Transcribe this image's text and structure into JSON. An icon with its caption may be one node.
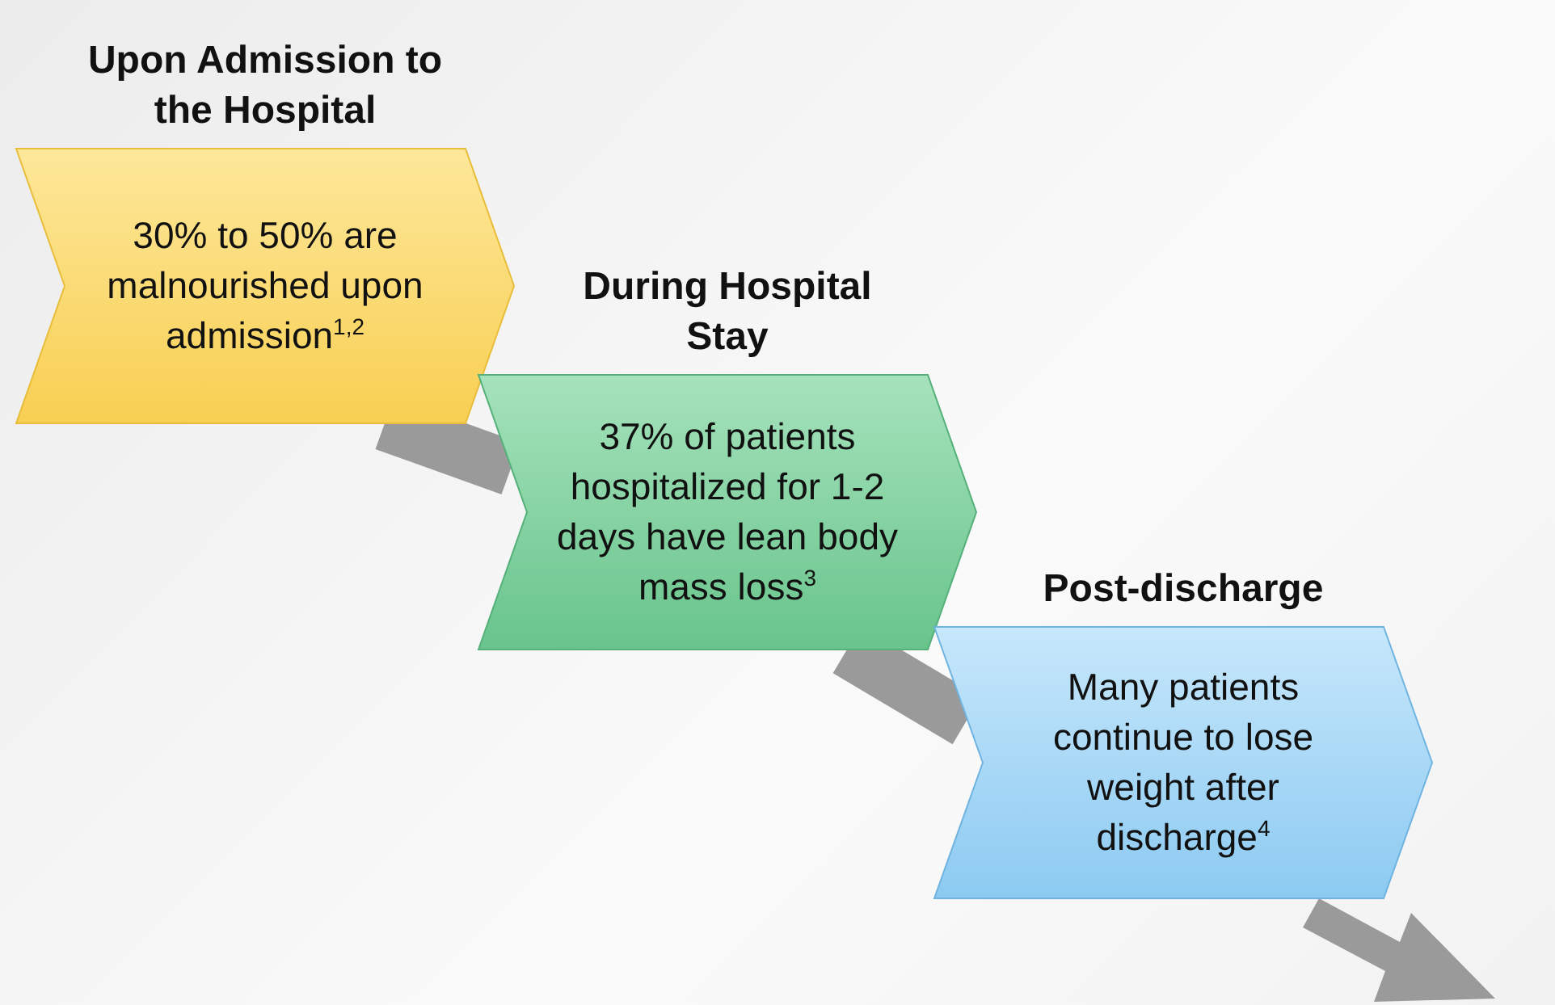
{
  "diagram": {
    "nodes": [
      {
        "text": [
          "Upon Admission to the Hospital",
          "30% to 50% are malnourished upon admission$^{1,2}$"
        ]
      },
      {
        "text": [
          "During Hospital Stay",
          "37% of patients hospitalized for 1-2 days have lean body mass loss$^{3}$"
        ]
      },
      {
        "text": [
          "Post-discharge",
          "Many patients continue to lose weight after discharge$^{4}$"
        ]
      }
    ],
    "edges": [
      {
        "from": 0,
        "to": 1,
        "arrow": "none"
      },
      {
        "from": 1,
        "to": 2,
        "arrow": "none"
      }
    ]
  }
}
